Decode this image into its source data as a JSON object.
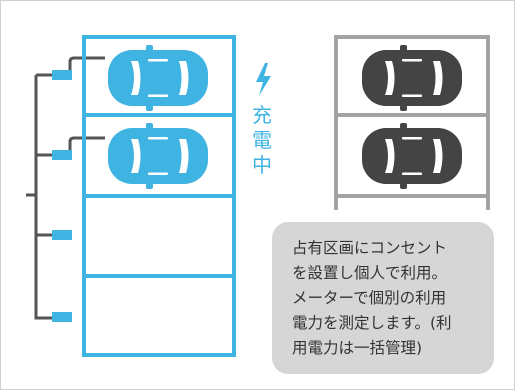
{
  "charging_label": [
    "充",
    "電",
    "中"
  ],
  "note_lines": [
    "占有区画にコンセント",
    "を設置し個人で利用。",
    "メーターで個別の利用",
    "電力を測定します。(利",
    "用電力は一括管理)"
  ],
  "colors": {
    "accent": "#3fb3e2",
    "car_dark": "#444444",
    "frame_gray": "#a3a3a3",
    "wire": "#555555",
    "note_bg": "#d6d6d6",
    "note_text": "#333333"
  },
  "icons": {
    "charging": "lightning-bolt-icon",
    "car_charging": "car-top-view-icon",
    "car_parked": "car-top-view-icon",
    "outlet": "power-outlet-icon"
  }
}
